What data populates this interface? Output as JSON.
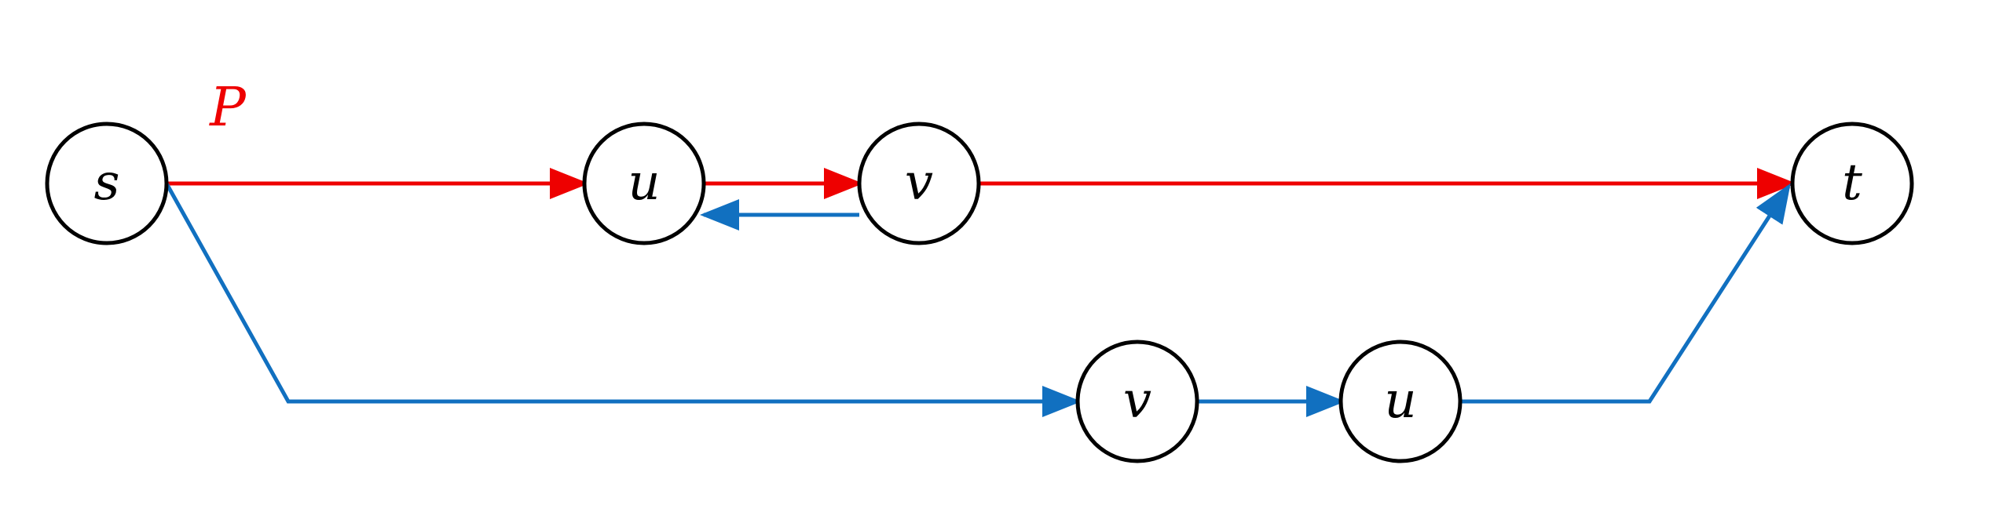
{
  "colors": {
    "path_p": "#ee0000",
    "alt_path": "#1170c0",
    "node_stroke": "#000000",
    "node_fill": "#ffffff",
    "background": "#ffffff"
  },
  "path_label": "P",
  "nodes": {
    "s": "s",
    "u_top": "u",
    "v_top": "v",
    "t": "t",
    "v_bottom": "v",
    "u_bottom": "u"
  }
}
